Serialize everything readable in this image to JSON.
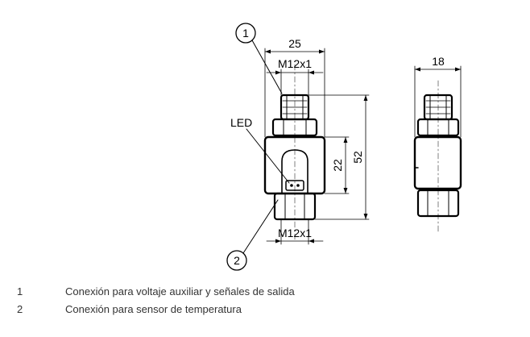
{
  "drawing": {
    "dimensions": {
      "width_front": "25",
      "thread_top": "M12x1",
      "height_total": "52",
      "height_body": "22",
      "thread_bottom": "M12x1",
      "width_side": "18"
    },
    "labels": {
      "led": "LED",
      "callout_1": "1",
      "callout_2": "2"
    },
    "colors": {
      "line": "#000000",
      "background": "#ffffff",
      "legend_text": "#333333"
    }
  },
  "legend": [
    {
      "number": "1",
      "text": "Conexión para voltaje auxiliar y señales de salida"
    },
    {
      "number": "2",
      "text": "Conexión para sensor de temperatura"
    }
  ]
}
